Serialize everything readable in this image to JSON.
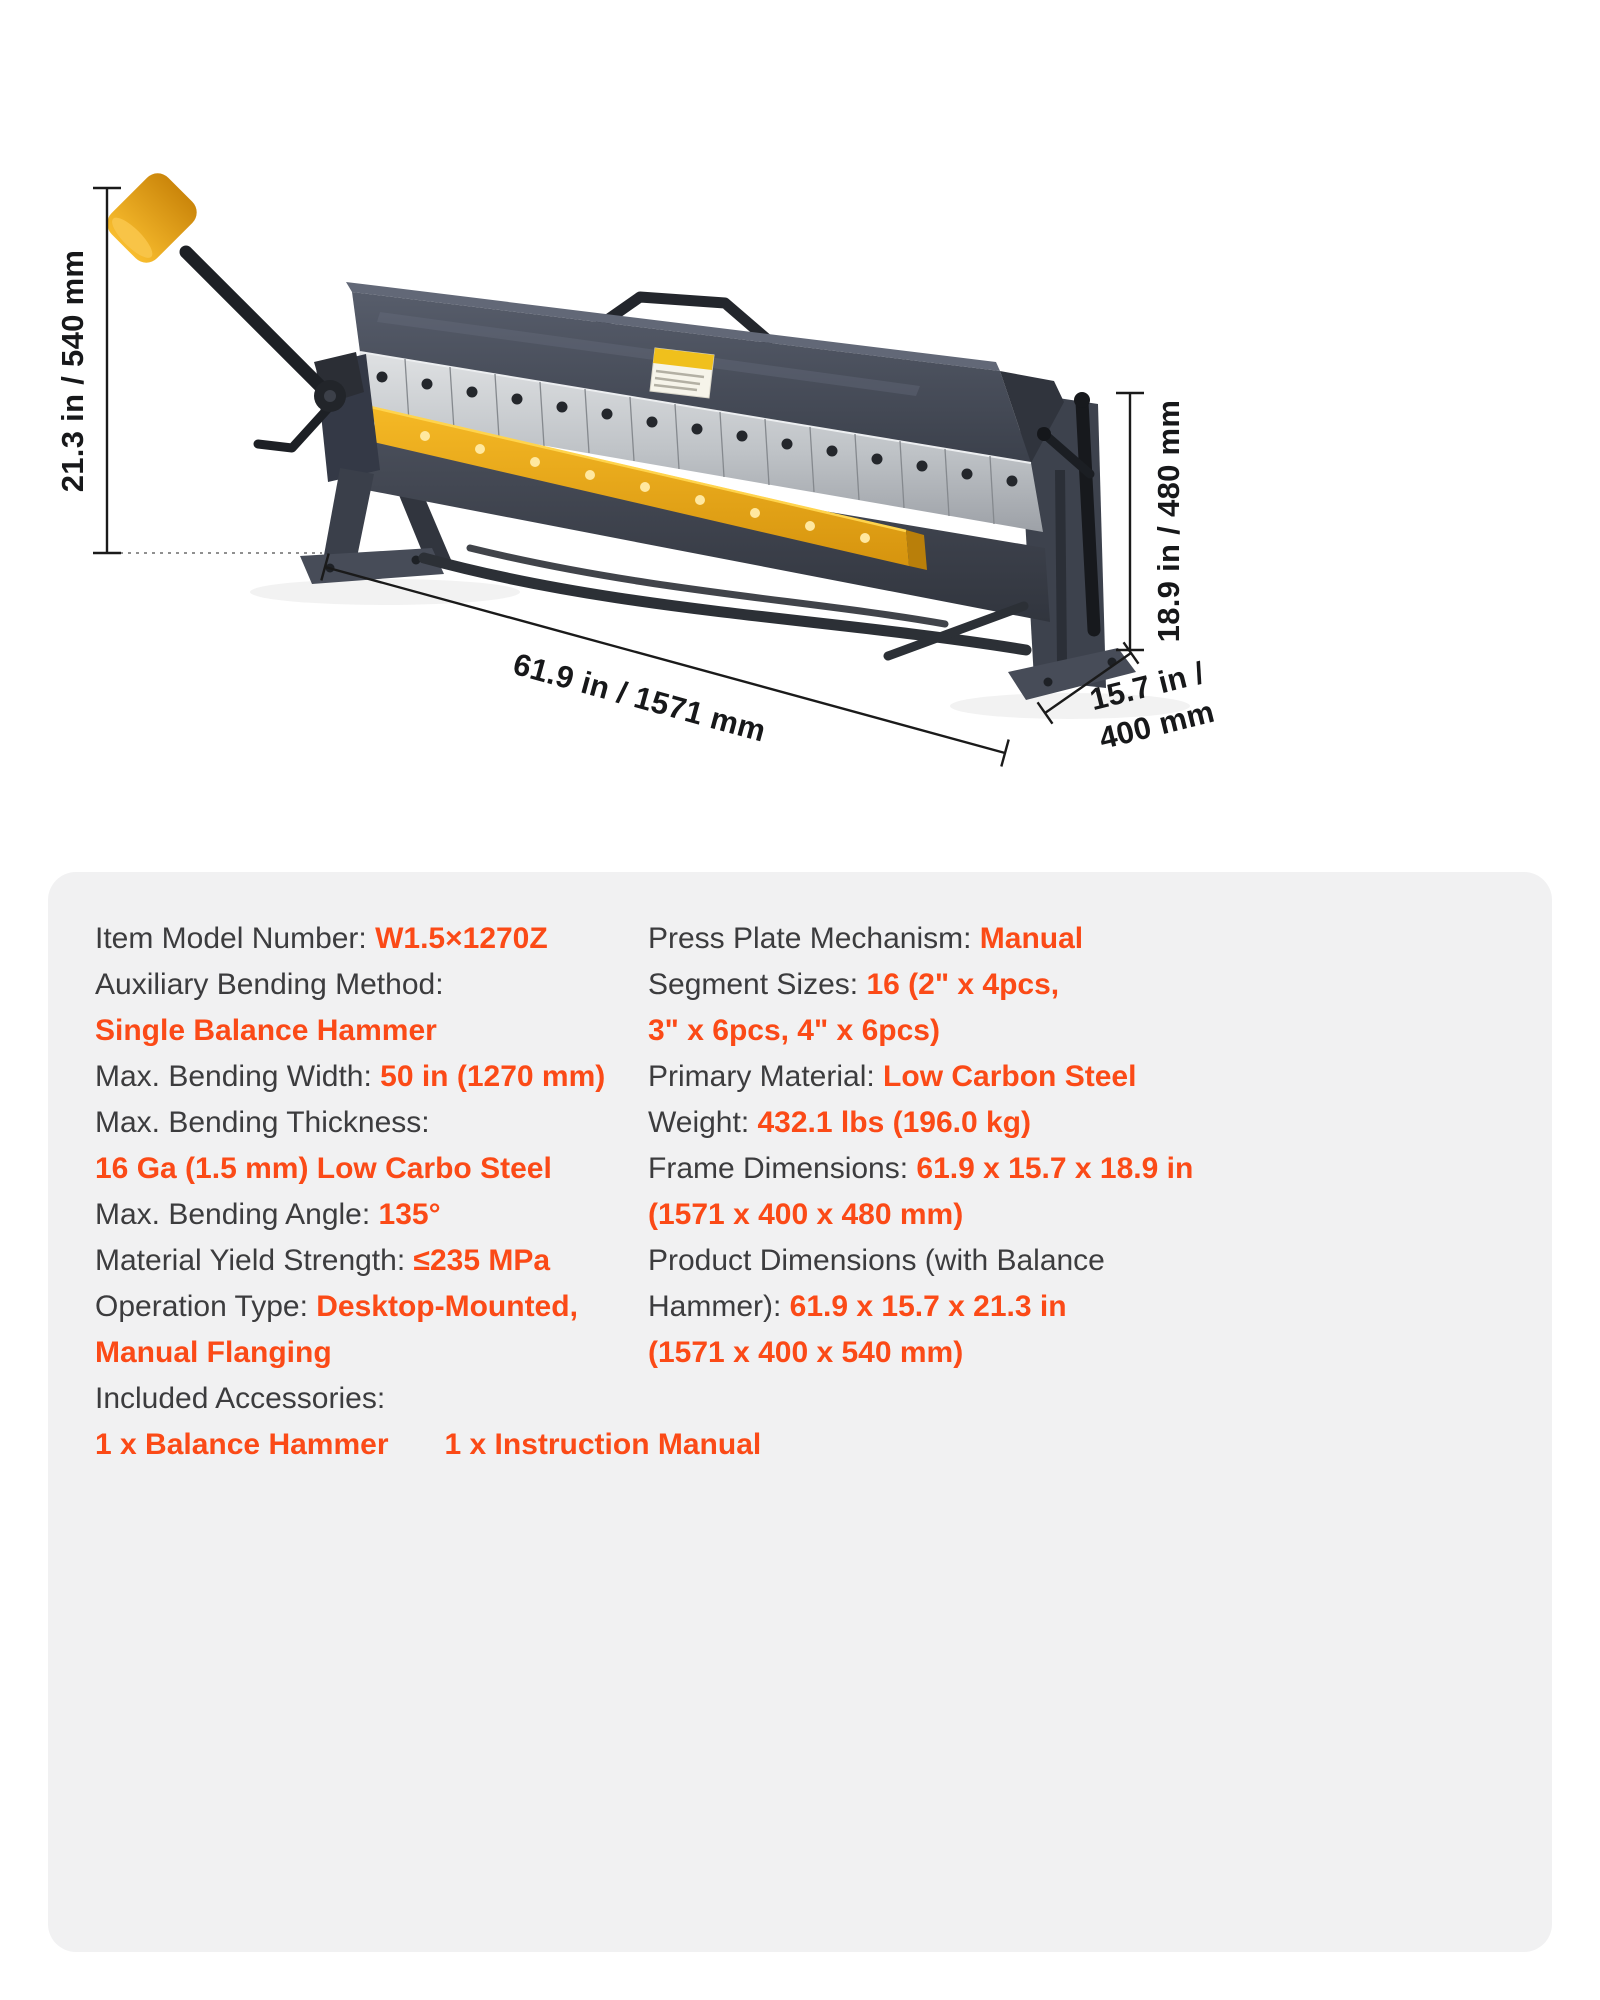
{
  "colors": {
    "accent": "#fb4a17",
    "label_text": "#3c3c3e",
    "card_background": "#f1f1f2",
    "machine_body_gray": "#474c58",
    "clamp_bar_yellow": "#e8a713",
    "steel_fingers": "#c3c6ca"
  },
  "dimensions": {
    "height_with_hammer": "21.3 in / 540 mm",
    "frame_height": "18.9 in / 480 mm",
    "length": "61.9 in / 1571 mm",
    "depth_line1": "15.7 in /",
    "depth_line2": "400 mm"
  },
  "specs": {
    "left": [
      {
        "label": "Item Model Number: ",
        "value": "W1.5×1270Z"
      },
      {
        "label": "Auxiliary Bending Method:",
        "value": ""
      },
      {
        "label": "",
        "value": "Single Balance Hammer"
      },
      {
        "label": "Max. Bending Width: ",
        "value": "50 in (1270 mm)"
      },
      {
        "label": "Max. Bending Thickness:",
        "value": ""
      },
      {
        "label": "",
        "value": "16 Ga (1.5 mm) Low Carbo Steel"
      },
      {
        "label": "Max. Bending Angle: ",
        "value": "135°"
      },
      {
        "label": "Material Yield Strength: ",
        "value": "≤235 MPa"
      },
      {
        "label": "Operation Type: ",
        "value": "Desktop-Mounted,"
      },
      {
        "label": "",
        "value": "Manual Flanging"
      },
      {
        "label": "Included Accessories:",
        "value": ""
      },
      {
        "label": "",
        "value": "1 x Balance Hammer",
        "value2": "1 x Instruction Manual"
      }
    ],
    "right": [
      {
        "label": "Press Plate Mechanism: ",
        "value": "Manual"
      },
      {
        "label": "Segment Sizes: ",
        "value": "16 (2\" x 4pcs,"
      },
      {
        "label": "",
        "value": "3\" x 6pcs, 4\" x 6pcs)"
      },
      {
        "label": "Primary Material: ",
        "value": "Low Carbon Steel"
      },
      {
        "label": "Weight: ",
        "value": "432.1 lbs (196.0 kg)"
      },
      {
        "label": "Frame Dimensions: ",
        "value": "61.9 x 15.7 x 18.9 in"
      },
      {
        "label": "",
        "value": "(1571 x 400 x 480 mm)"
      },
      {
        "label": "Product Dimensions (with Balance",
        "value": ""
      },
      {
        "label": "Hammer): ",
        "value": "61.9 x 15.7 x 21.3 in"
      },
      {
        "label": "",
        "value": "(1571 x 400 x 540 mm)"
      }
    ]
  }
}
